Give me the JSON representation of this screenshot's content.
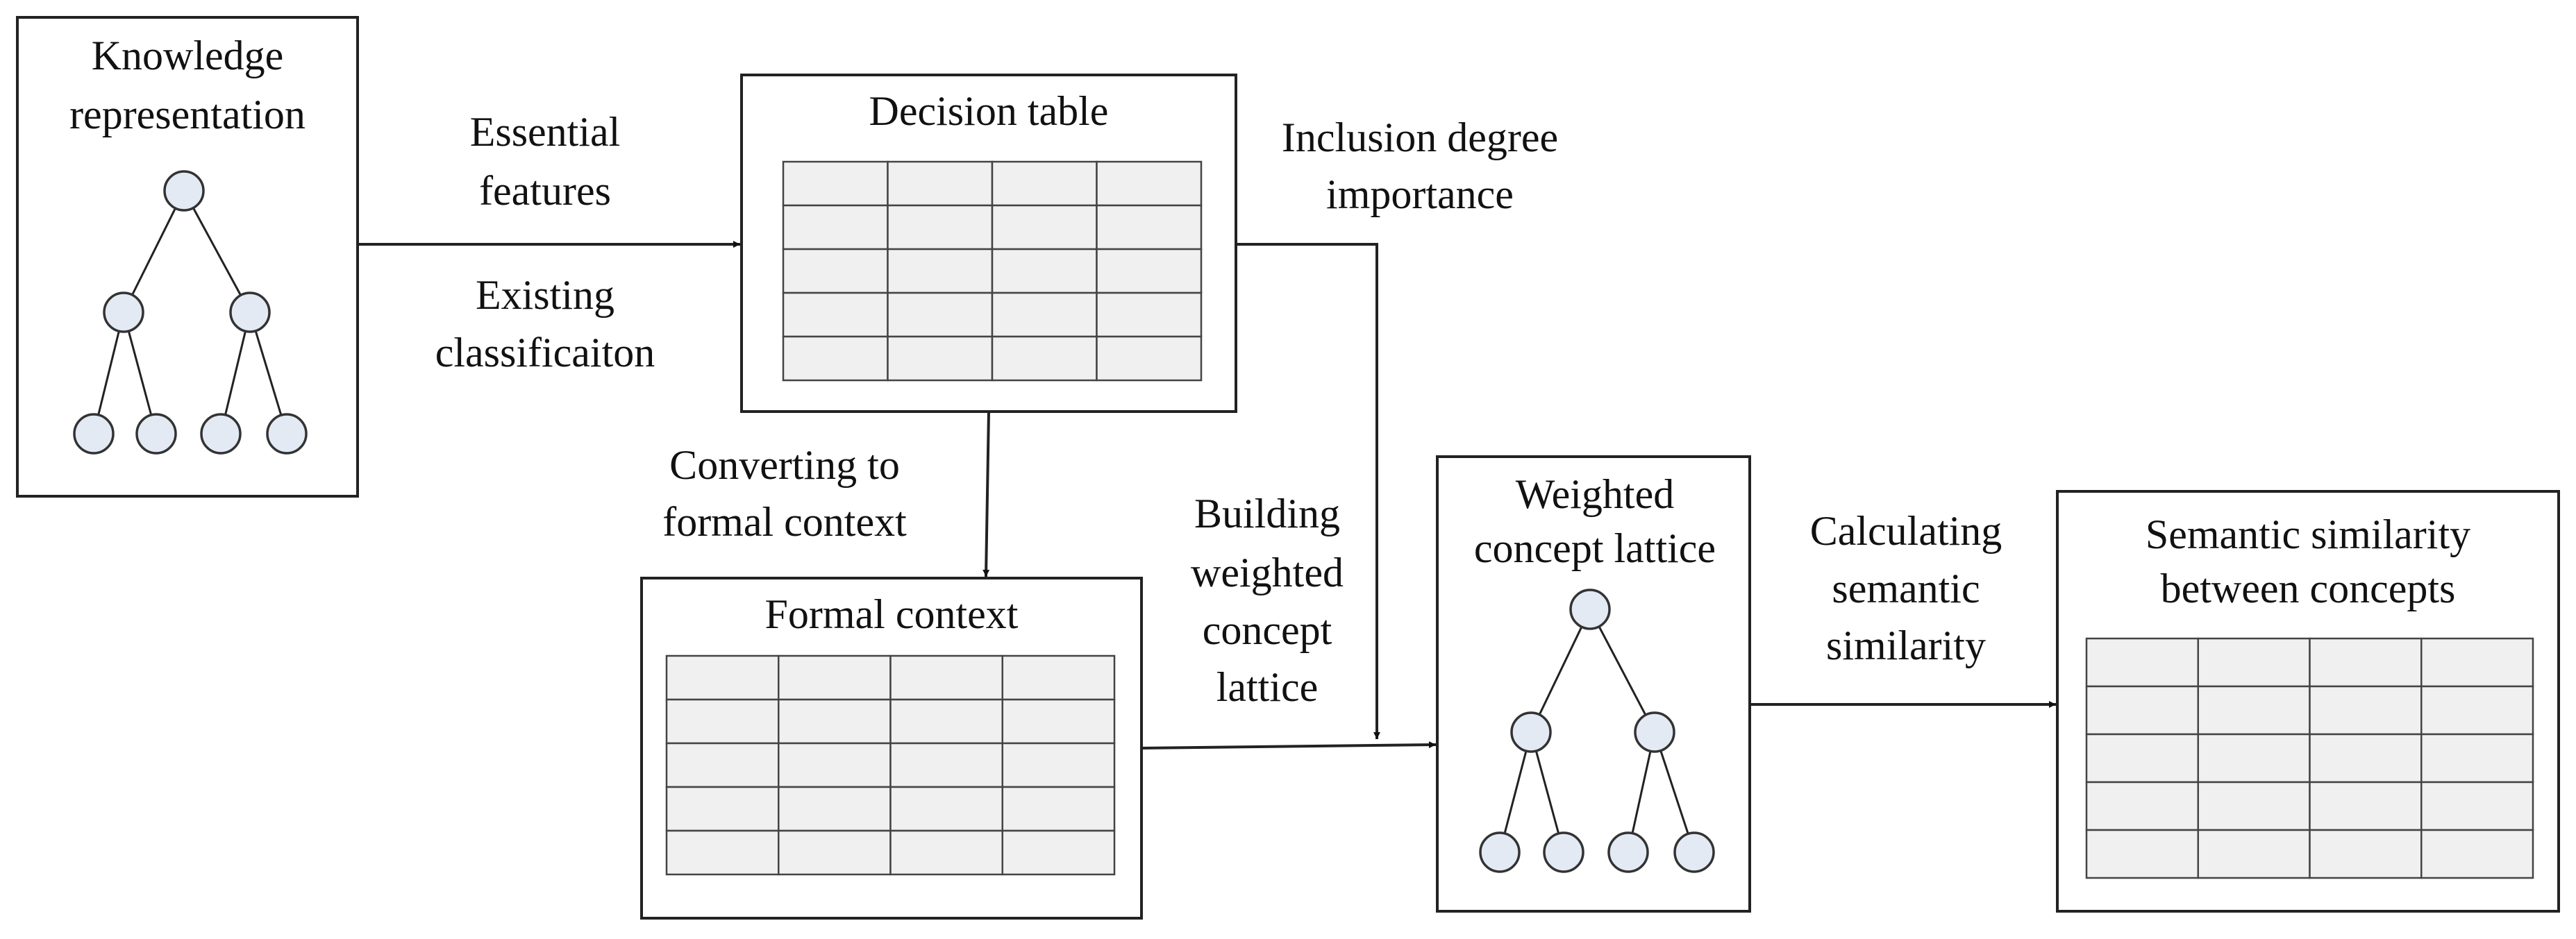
{
  "nodes": {
    "knowledge": {
      "lines": [
        "Knowledge",
        "representation"
      ]
    },
    "decision_table": {
      "lines": [
        "Decision table"
      ]
    },
    "formal_context": {
      "lines": [
        "Formal context"
      ]
    },
    "weighted_lattice": {
      "lines": [
        "Weighted",
        "concept lattice"
      ]
    },
    "similarity": {
      "lines": [
        "Semantic similarity",
        "between concepts"
      ]
    }
  },
  "edge_labels": {
    "essential": [
      "Essential",
      "features"
    ],
    "existing": [
      "Existing",
      "classificaiton"
    ],
    "inclusion": [
      "Inclusion degree",
      "importance"
    ],
    "converting": [
      "Converting to",
      "formal context"
    ],
    "building": [
      "Building",
      "weighted",
      "concept",
      "lattice"
    ],
    "calculating": [
      "Calculating",
      "semantic",
      "similarity"
    ]
  },
  "grid": {
    "rows": 5,
    "cols": 4
  },
  "colors": {
    "cell": "#f0f0f0",
    "node": "#e3eaf4",
    "stroke": "#222222"
  }
}
